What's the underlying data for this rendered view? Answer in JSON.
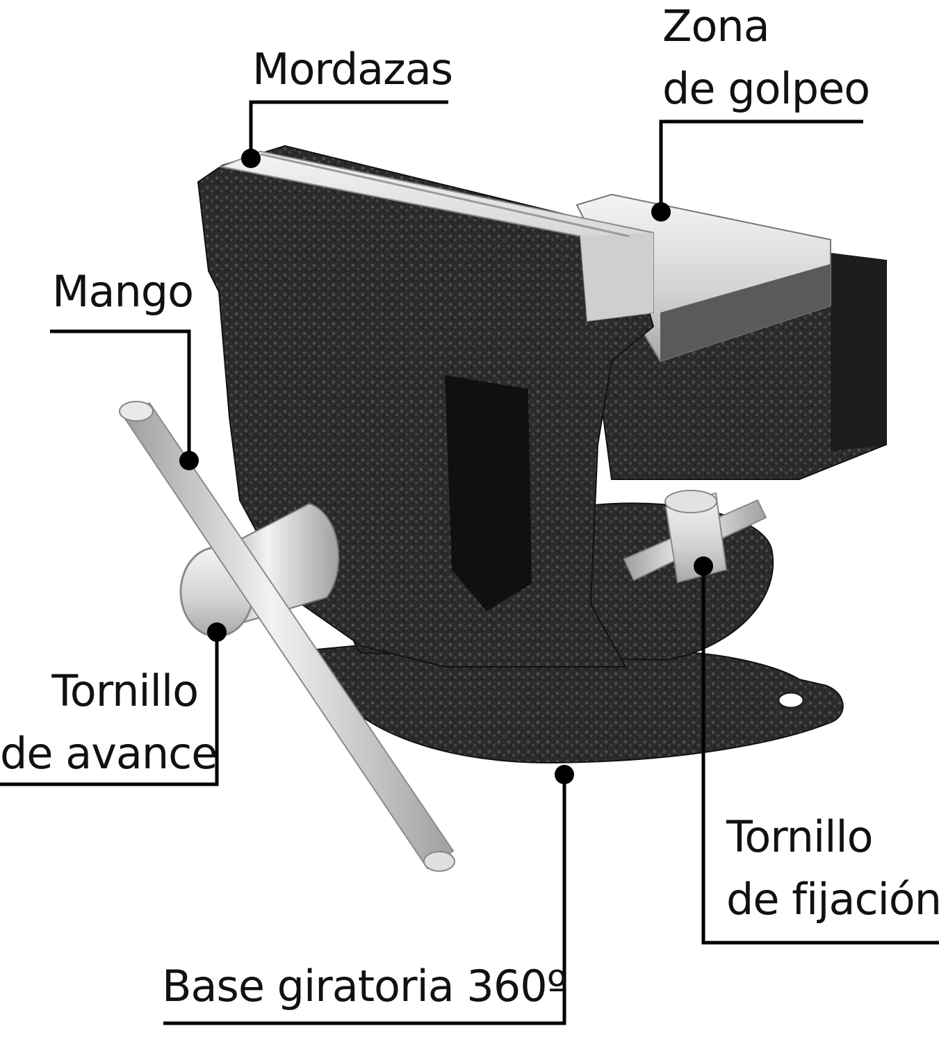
{
  "labels": {
    "mordazas": "Mordazas",
    "zona_line1": "Zona",
    "zona_line2": "de golpeo",
    "mango": "Mango",
    "tornillo_avance_line1": "Tornillo",
    "tornillo_avance_line2": "de avance",
    "tornillo_fijacion_line1": "Tornillo",
    "tornillo_fijacion_line2": "de fijación",
    "base": "Base giratoria 360º"
  },
  "colors": {
    "background": "#ffffff",
    "text": "#111111",
    "line": "#000000",
    "body": "#2e2e2e",
    "body_dark": "#1c1c1c",
    "metal_light": "#e6e6e6",
    "metal_mid": "#bdbdbd"
  }
}
